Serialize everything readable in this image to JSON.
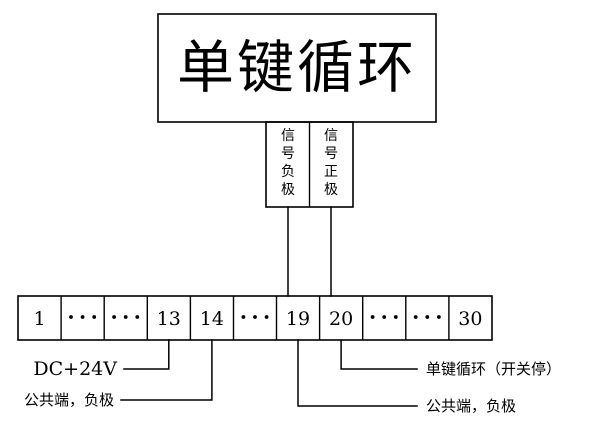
{
  "diagram": {
    "title_box": {
      "label": "单键循环"
    },
    "signal_terminals": [
      {
        "name": "signal-negative",
        "label": "信号负极",
        "chars": [
          "信",
          "号",
          "负",
          "极"
        ],
        "connects_to": "19"
      },
      {
        "name": "signal-positive",
        "label": "信号正极",
        "chars": [
          "信",
          "号",
          "正",
          "极"
        ],
        "connects_to": "20"
      }
    ],
    "terminal_strip": {
      "cells": [
        {
          "type": "number",
          "label": "1"
        },
        {
          "type": "dots",
          "label": ""
        },
        {
          "type": "dots",
          "label": ""
        },
        {
          "type": "number",
          "label": "13"
        },
        {
          "type": "number",
          "label": "14"
        },
        {
          "type": "dots",
          "label": ""
        },
        {
          "type": "number",
          "label": "19"
        },
        {
          "type": "number",
          "label": "20"
        },
        {
          "type": "dots",
          "label": ""
        },
        {
          "type": "dots",
          "label": ""
        },
        {
          "type": "number",
          "label": "30"
        }
      ]
    },
    "annotations": {
      "left_power": "DC+24V",
      "left_common": "公共端，负极",
      "right_function": "单键循环（开关停）",
      "right_common": "公共端，负极"
    },
    "colors": {
      "line": "#000000",
      "background": "#ffffff"
    }
  }
}
